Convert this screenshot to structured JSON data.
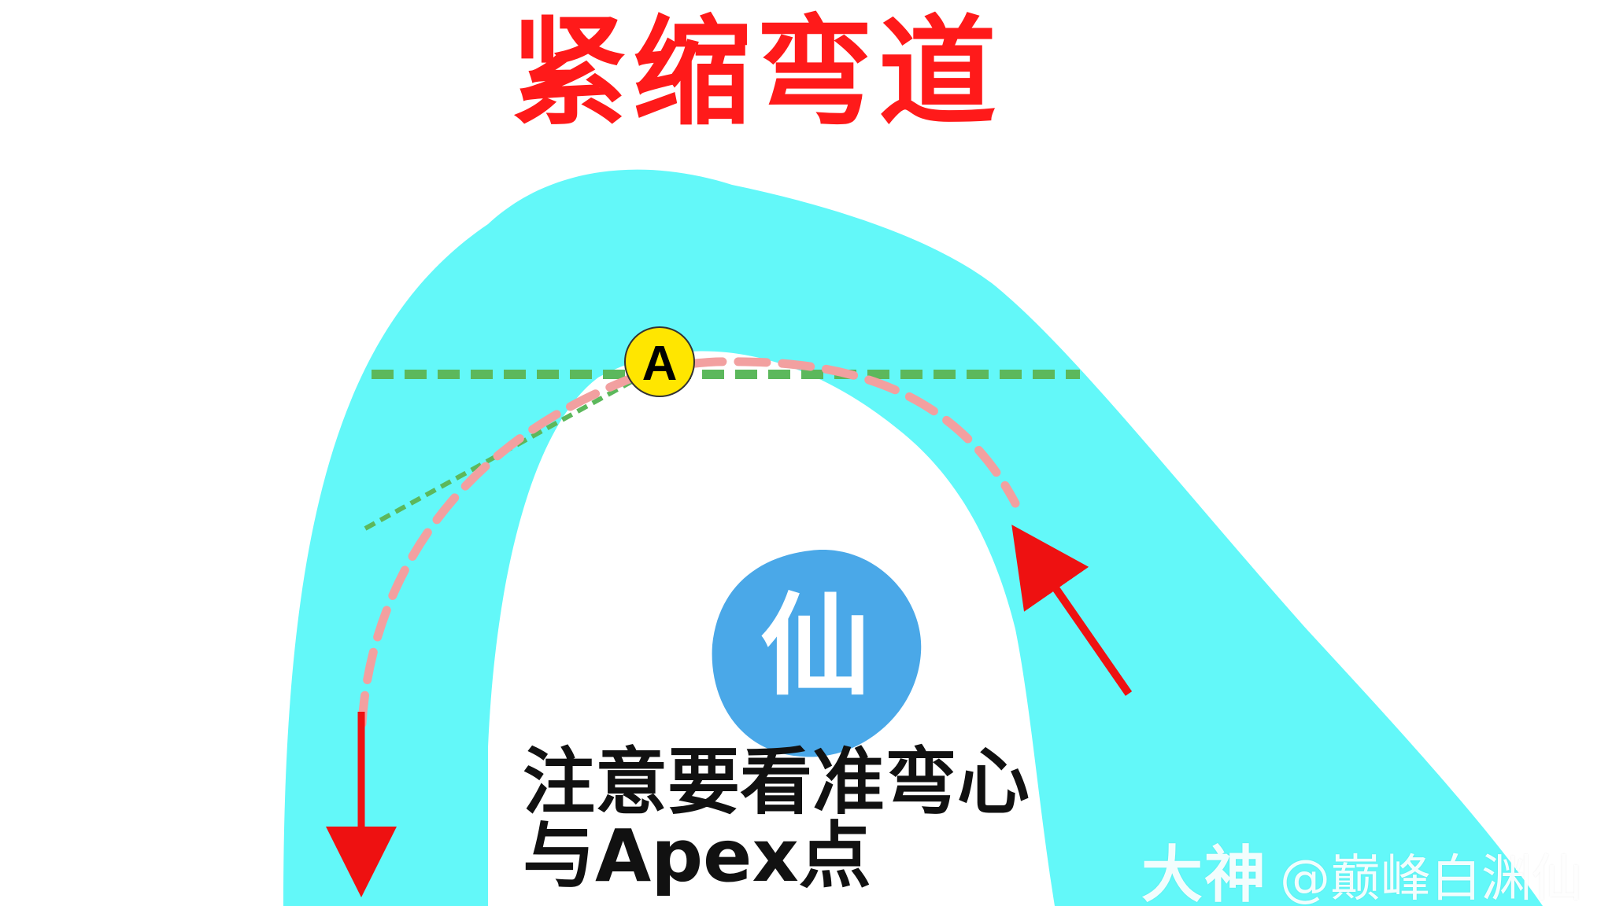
{
  "title": {
    "text": "紧缩弯道",
    "color": "#ff1a1a"
  },
  "apex_marker": {
    "label": "A",
    "fill": "#ffe600",
    "stroke": "#333333"
  },
  "logo": {
    "glyph": "仙",
    "fill": "#4aa8e8",
    "glyph_color": "#ffffff"
  },
  "note": {
    "lines": [
      "注意要看准弯心",
      "与Apex点"
    ]
  },
  "watermark": {
    "brand": "大神",
    "handle": "@巅峰白渊仙"
  },
  "colors": {
    "track": "#63f8f9",
    "racing_line": "#f2a0a0",
    "apex_line": "#5cb85c",
    "arrow": "#ee1111",
    "background": "#ffffff"
  },
  "icons": {
    "entry_arrow": "arrow-up-left-icon",
    "exit_arrow": "arrow-down-icon"
  }
}
